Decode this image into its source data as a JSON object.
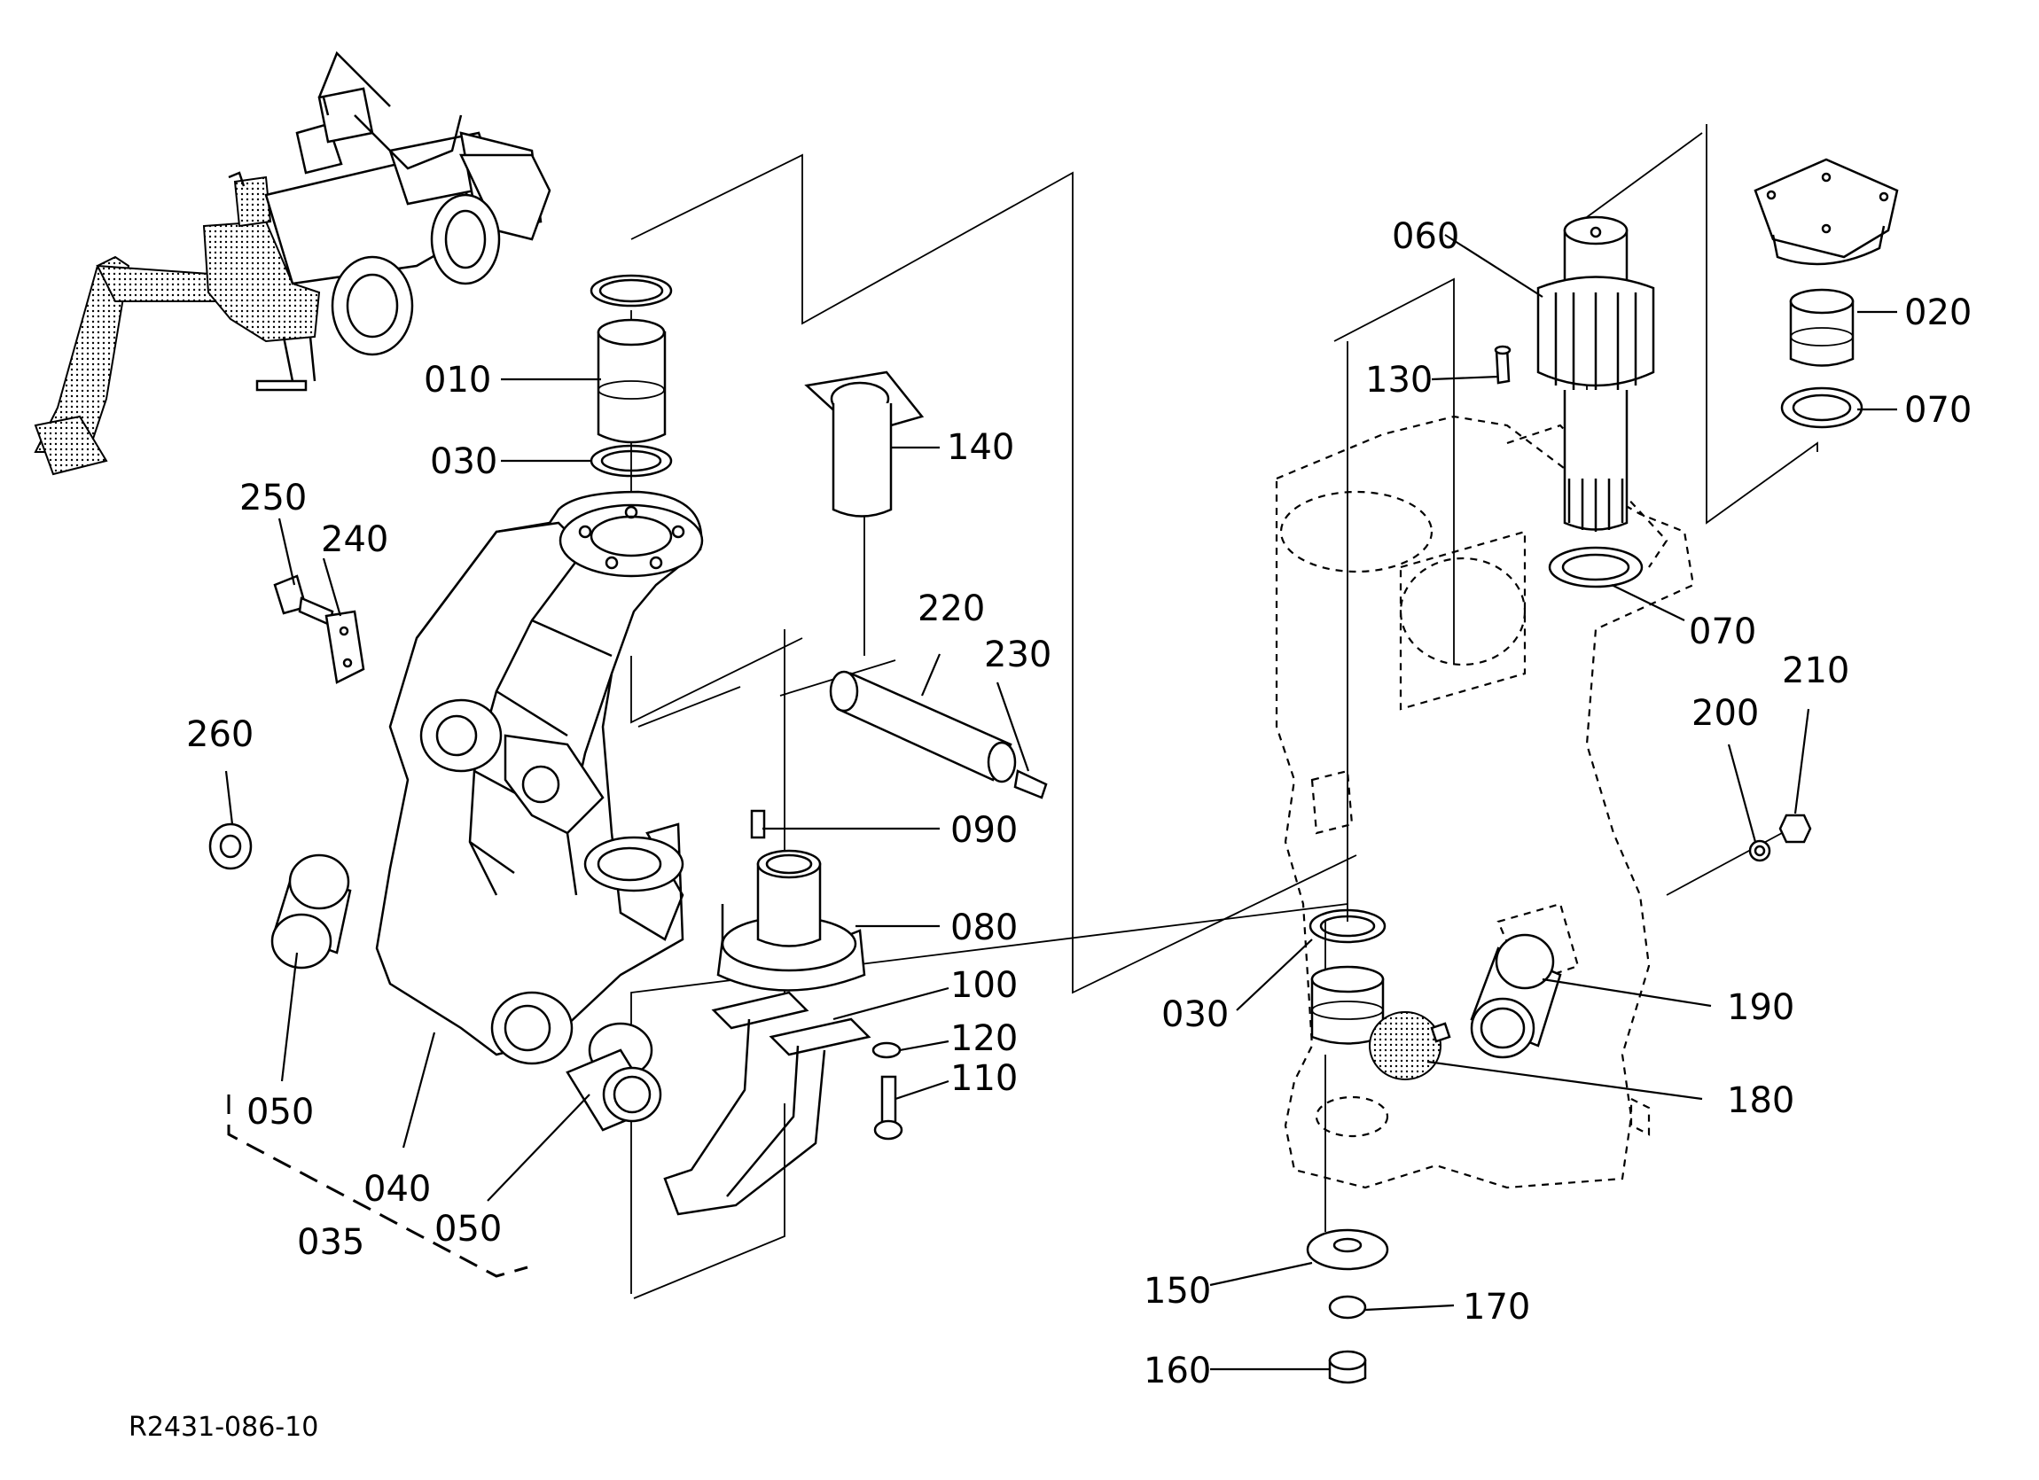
{
  "drawing_number": "R2431-086-10",
  "parts": [
    {
      "id": "p010",
      "label": "010"
    },
    {
      "id": "p020",
      "label": "020"
    },
    {
      "id": "p030a",
      "label": "030"
    },
    {
      "id": "p030b",
      "label": "030"
    },
    {
      "id": "p035",
      "label": "035"
    },
    {
      "id": "p040",
      "label": "040"
    },
    {
      "id": "p050a",
      "label": "050"
    },
    {
      "id": "p050b",
      "label": "050"
    },
    {
      "id": "p060",
      "label": "060"
    },
    {
      "id": "p070a",
      "label": "070"
    },
    {
      "id": "p070b",
      "label": "070"
    },
    {
      "id": "p080",
      "label": "080"
    },
    {
      "id": "p090",
      "label": "090"
    },
    {
      "id": "p100",
      "label": "100"
    },
    {
      "id": "p110",
      "label": "110"
    },
    {
      "id": "p120",
      "label": "120"
    },
    {
      "id": "p130",
      "label": "130"
    },
    {
      "id": "p140",
      "label": "140"
    },
    {
      "id": "p150",
      "label": "150"
    },
    {
      "id": "p160",
      "label": "160"
    },
    {
      "id": "p170",
      "label": "170"
    },
    {
      "id": "p180",
      "label": "180"
    },
    {
      "id": "p190",
      "label": "190"
    },
    {
      "id": "p200",
      "label": "200"
    },
    {
      "id": "p210",
      "label": "210"
    },
    {
      "id": "p220",
      "label": "220"
    },
    {
      "id": "p230",
      "label": "230"
    },
    {
      "id": "p240",
      "label": "240"
    },
    {
      "id": "p250",
      "label": "250"
    },
    {
      "id": "p260",
      "label": "260"
    }
  ]
}
